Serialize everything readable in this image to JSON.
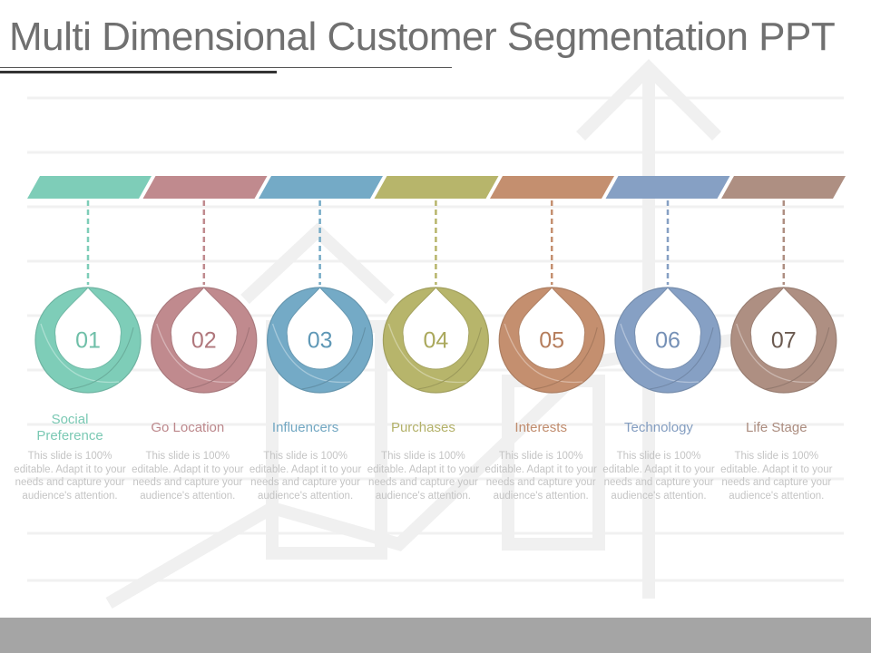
{
  "title": "Multi Dimensional Customer Segmentation PPT",
  "segments": [
    {
      "number": "01",
      "label": "Social Preference",
      "description": "This slide is 100% editable. Adapt it to your needs and capture your audience's attention.",
      "color": "#7ecdb8",
      "number_color": "#6fbfa8"
    },
    {
      "number": "02",
      "label": "Go Location",
      "description": "This slide is 100% editable. Adapt it to your needs and capture your audience's attention.",
      "color": "#c08a8e",
      "number_color": "#b0777c"
    },
    {
      "number": "03",
      "label": "Influencers",
      "description": "This slide is 100% editable. Adapt it to your needs and capture your audience's attention.",
      "color": "#74aac6",
      "number_color": "#5f98b6"
    },
    {
      "number": "04",
      "label": "Purchases",
      "description": "This slide is 100% editable. Adapt it to your needs and capture your audience's attention.",
      "color": "#b7b56b",
      "number_color": "#aaa85c"
    },
    {
      "number": "05",
      "label": "Interests",
      "description": "This slide is 100% editable. Adapt it to your needs and capture your audience's attention.",
      "color": "#c48f6f",
      "number_color": "#b57d5c"
    },
    {
      "number": "06",
      "label": "Technology",
      "description": "This slide is 100% editable. Adapt it to your needs and capture your audience's attention.",
      "color": "#86a0c4",
      "number_color": "#7590b6"
    },
    {
      "number": "07",
      "label": "Life Stage",
      "description": "This slide is 100% editable. Adapt it to your needs and capture your audience's attention.",
      "color": "#ae8f82",
      "number_color": "#6b5a50"
    }
  ]
}
